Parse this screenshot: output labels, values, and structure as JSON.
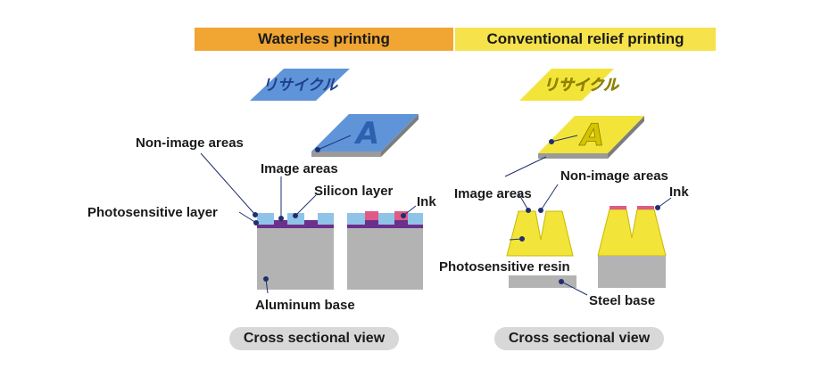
{
  "headers": {
    "waterless": "Waterless printing",
    "conventional": "Conventional relief printing"
  },
  "plate_text": "リサイクル",
  "plate_letter": "A",
  "waterless_labels": {
    "non_image": "Non-image areas",
    "image": "Image areas",
    "silicon": "Silicon layer",
    "ink": "Ink",
    "photosensitive": "Photosensitive layer",
    "base": "Aluminum base"
  },
  "conventional_labels": {
    "non_image": "Non-image areas",
    "image": "Image areas",
    "ink": "Ink",
    "resin": "Photosensitive resin",
    "base": "Steel base"
  },
  "footer": {
    "left": "Cross sectional view",
    "right": "Cross sectional view"
  },
  "colors": {
    "blue_plate": "#5f94d8",
    "yellow_plate": "#f3e43a",
    "gray": "#b3b3b3",
    "purple_layer": "#6b2f8c",
    "silicon": "#8fc3e8",
    "ink": "#e05a86",
    "orange_header": "#f1a532",
    "yellow_header": "#f6e24a"
  }
}
